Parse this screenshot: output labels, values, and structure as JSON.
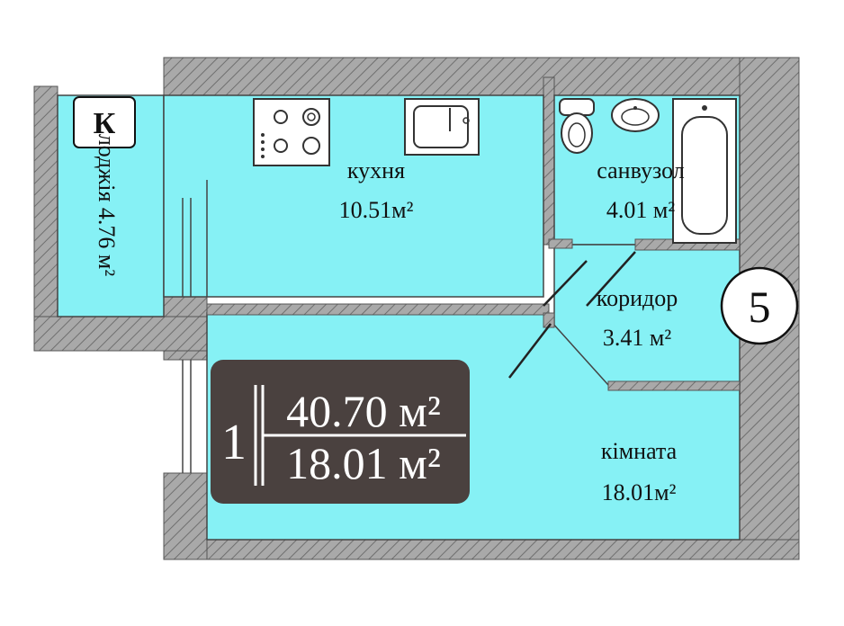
{
  "colors": {
    "floor": "#86f1f5",
    "wall_fill": "#a9a9a9",
    "wall_hatch": "#6f6f6f",
    "summary_bg": "#4a413f",
    "summary_text": "#ffffff",
    "text": "#111111"
  },
  "rooms": {
    "kitchen": {
      "name": "кухня",
      "area": "10.51м²"
    },
    "bathroom": {
      "name": "санвузол",
      "area": "4.01 м²"
    },
    "corridor": {
      "name": "коридор",
      "area": "3.41 м²"
    },
    "room": {
      "name": "кімната",
      "area": "18.01м²"
    },
    "loggia": {
      "name": "лоджія 4.76 м²"
    }
  },
  "summary": {
    "rooms_count": "1",
    "total_area": "40.70 м²",
    "living_area": "18.01 м²"
  },
  "unit_number": "5",
  "markers": {
    "ac_unit": "К"
  },
  "icons": [
    "stove-icon",
    "sink-icon",
    "toilet-icon",
    "washbasin-icon",
    "bathtub-icon"
  ]
}
